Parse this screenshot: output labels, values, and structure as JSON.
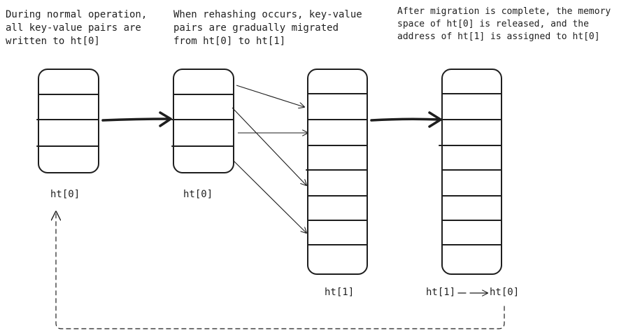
{
  "captions": {
    "normal": "During normal operation,\nall key-value pairs are\nwritten to ht[0]",
    "rehashing": "When rehashing occurs, key-value\npairs are gradually migrated\nfrom ht[0] to ht[1]",
    "complete": "After migration is complete, the memory\nspace of ht[0] is released, and the\naddress of ht[1] is assigned to ht[0]"
  },
  "labels": {
    "table_a": "ht[0]",
    "table_b": "ht[0]",
    "table_c": "ht[1]",
    "table_d_from": "ht[1]",
    "table_d_to": "ht[0]"
  },
  "colors": {
    "stroke": "#1e1e1e",
    "background": "#ffffff"
  }
}
